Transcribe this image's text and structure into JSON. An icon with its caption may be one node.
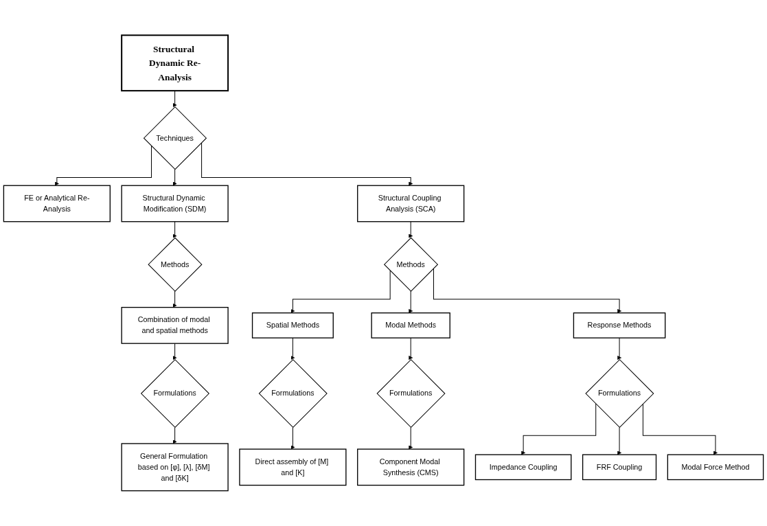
{
  "diagram": {
    "nodes": [
      {
        "text": [
          "Structural Dynamic Re-Analysis"
        ]
      },
      {
        "text": [
          "Techniques"
        ]
      },
      {
        "text": [
          "FE or Analytical Re-Analysis"
        ]
      },
      {
        "text": [
          "Structural Dynamic Modification (SDM)"
        ]
      },
      {
        "text": [
          "Structural Coupling Analysis (SCA)"
        ]
      },
      {
        "text": [
          "Methods"
        ]
      },
      {
        "text": [
          "Methods"
        ]
      },
      {
        "text": [
          "Combination of modal and spatial methods"
        ]
      },
      {
        "text": [
          "Spatial Methods"
        ]
      },
      {
        "text": [
          "Modal Methods"
        ]
      },
      {
        "text": [
          "Response Methods"
        ]
      },
      {
        "text": [
          "Formulations"
        ]
      },
      {
        "text": [
          "Formulations"
        ]
      },
      {
        "text": [
          "Formulations"
        ]
      },
      {
        "text": [
          "Formulations"
        ]
      },
      {
        "text": [
          "General Formulation based on [φ], [λ], [δM] and [δK]"
        ]
      },
      {
        "text": [
          "Direct assembly of [M] and [K]"
        ]
      },
      {
        "text": [
          "Component Modal Synthesis (CMS)"
        ]
      },
      {
        "text": [
          "Impedance Coupling"
        ]
      },
      {
        "text": [
          "FRF Coupling"
        ]
      },
      {
        "text": [
          "Modal Force Method"
        ]
      }
    ],
    "edges": [
      {
        "from": 0,
        "to": 1,
        "arrow": "to"
      },
      {
        "from": 1,
        "to": 2,
        "arrow": "to"
      },
      {
        "from": 1,
        "to": 3,
        "arrow": "to"
      },
      {
        "from": 1,
        "to": 4,
        "arrow": "to"
      },
      {
        "from": 3,
        "to": 5,
        "arrow": "to"
      },
      {
        "from": 4,
        "to": 6,
        "arrow": "to"
      },
      {
        "from": 5,
        "to": 7,
        "arrow": "to"
      },
      {
        "from": 6,
        "to": 8,
        "arrow": "to"
      },
      {
        "from": 6,
        "to": 9,
        "arrow": "to"
      },
      {
        "from": 6,
        "to": 10,
        "arrow": "to"
      },
      {
        "from": 7,
        "to": 11,
        "arrow": "to"
      },
      {
        "from": 8,
        "to": 12,
        "arrow": "to"
      },
      {
        "from": 9,
        "to": 13,
        "arrow": "to"
      },
      {
        "from": 10,
        "to": 14,
        "arrow": "to"
      },
      {
        "from": 11,
        "to": 15,
        "arrow": "to"
      },
      {
        "from": 12,
        "to": 16,
        "arrow": "to"
      },
      {
        "from": 13,
        "to": 17,
        "arrow": "to"
      },
      {
        "from": 14,
        "to": 18,
        "arrow": "to"
      },
      {
        "from": 14,
        "to": 19,
        "arrow": "to"
      },
      {
        "from": 14,
        "to": 20,
        "arrow": "to"
      }
    ]
  }
}
